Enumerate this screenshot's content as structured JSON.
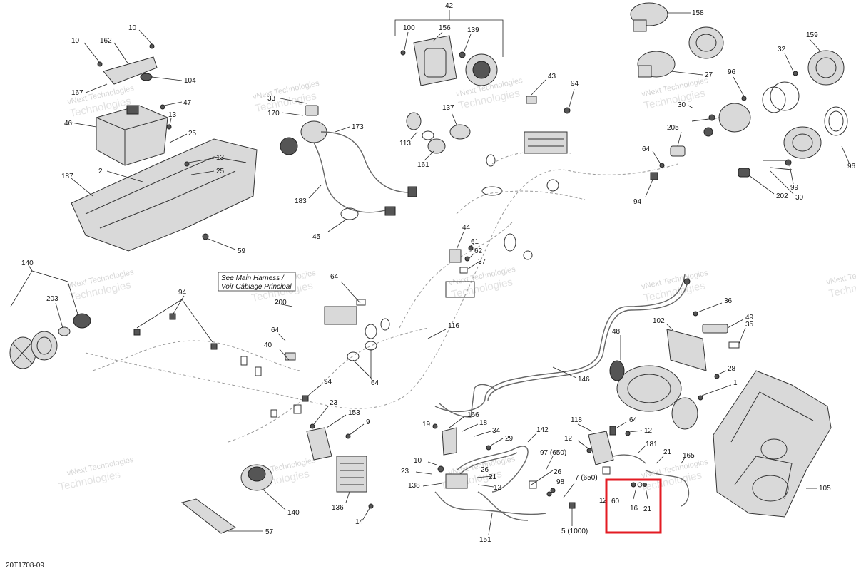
{
  "figure_code": "20T1708-09",
  "note": {
    "line1": "See Main Harness /",
    "line2": "Voir Câblage Principal"
  },
  "watermark": {
    "line1": "vNext Technologies",
    "line2": "Technologies"
  },
  "highlight_color": "#e31b23",
  "callouts": {
    "c42": "42",
    "c100": "100",
    "c156": "156",
    "c139": "139",
    "c158": "158",
    "c159": "159",
    "c32": "32",
    "c27": "27",
    "c96a": "96",
    "c96b": "96",
    "c30a": "30",
    "c30b": "30",
    "c205": "205",
    "c64a": "64",
    "c94a": "94",
    "c202": "202",
    "c99": "99",
    "c10a": "10",
    "c10b": "10",
    "c162": "162",
    "c104": "104",
    "c167": "167",
    "c47": "47",
    "c46": "46",
    "c13a": "13",
    "c25a": "25",
    "c13b": "13",
    "c25b": "25",
    "c2": "2",
    "c187": "187",
    "c59": "59",
    "c33": "33",
    "c170": "170",
    "c173": "173",
    "c183": "183",
    "c45": "45",
    "c43": "43",
    "c94b": "94",
    "c137": "137",
    "c113": "113",
    "c161": "161",
    "c44": "44",
    "c61": "61",
    "c62": "62",
    "c37": "37",
    "c140a": "140",
    "c203": "203",
    "c94c": "94",
    "c64b": "64",
    "c200": "200",
    "c116": "116",
    "c64c": "64",
    "c40": "40",
    "c64d": "64",
    "c94d": "94",
    "c23a": "23",
    "c153": "153",
    "c9": "9",
    "c136": "136",
    "c14": "14",
    "c140b": "140",
    "c57": "57",
    "c36": "36",
    "c49": "49",
    "c35": "35",
    "c102": "102",
    "c48": "48",
    "c146": "146",
    "c28": "28",
    "c1": "1",
    "c166": "166",
    "c19": "19",
    "c18": "18",
    "c34": "34",
    "c29": "29",
    "c142": "142",
    "c10c": "10",
    "c23b": "23",
    "c138": "138",
    "c21a": "21",
    "c12a": "12",
    "c151": "151",
    "c97": "97 (650)",
    "c26": "26",
    "c98": "98",
    "c7": "7 (650)",
    "c5": "5 (1000)",
    "c118": "118",
    "c12b": "12",
    "c64e": "64",
    "c12c": "12",
    "c181": "181",
    "c21b": "21",
    "c165": "165",
    "c12d": "12",
    "c60": "60",
    "c16": "16",
    "c21c": "21",
    "c105": "105"
  }
}
